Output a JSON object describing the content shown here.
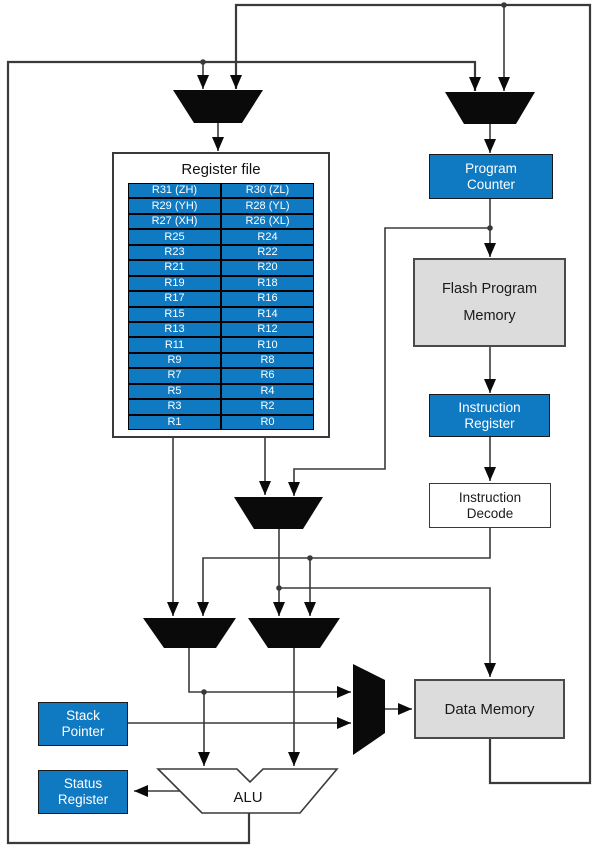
{
  "register_file": {
    "title": "Register file",
    "rows": [
      [
        "R31 (ZH)",
        "R30 (ZL)"
      ],
      [
        "R29 (YH)",
        "R28 (YL)"
      ],
      [
        "R27 (XH)",
        "R26 (XL)"
      ],
      [
        "R25",
        "R24"
      ],
      [
        "R23",
        "R22"
      ],
      [
        "R21",
        "R20"
      ],
      [
        "R19",
        "R18"
      ],
      [
        "R17",
        "R16"
      ],
      [
        "R15",
        "R14"
      ],
      [
        "R13",
        "R12"
      ],
      [
        "R11",
        "R10"
      ],
      [
        "R9",
        "R8"
      ],
      [
        "R7",
        "R6"
      ],
      [
        "R5",
        "R4"
      ],
      [
        "R3",
        "R2"
      ],
      [
        "R1",
        "R0"
      ]
    ]
  },
  "blocks": {
    "program_counter": "Program\nCounter",
    "flash_program_memory": "Flash Program\nMemory",
    "instruction_register": "Instruction\nRegister",
    "instruction_decode": "Instruction\nDecode",
    "data_memory": "Data Memory",
    "stack_pointer": "Stack\nPointer",
    "status_register": "Status\nRegister",
    "alu": "ALU"
  },
  "colors": {
    "accent_blue": "#0f79c2",
    "memory_gray": "#dcdcdc",
    "wire": "#3a3a3a",
    "mux_black": "#0a0a0a"
  }
}
